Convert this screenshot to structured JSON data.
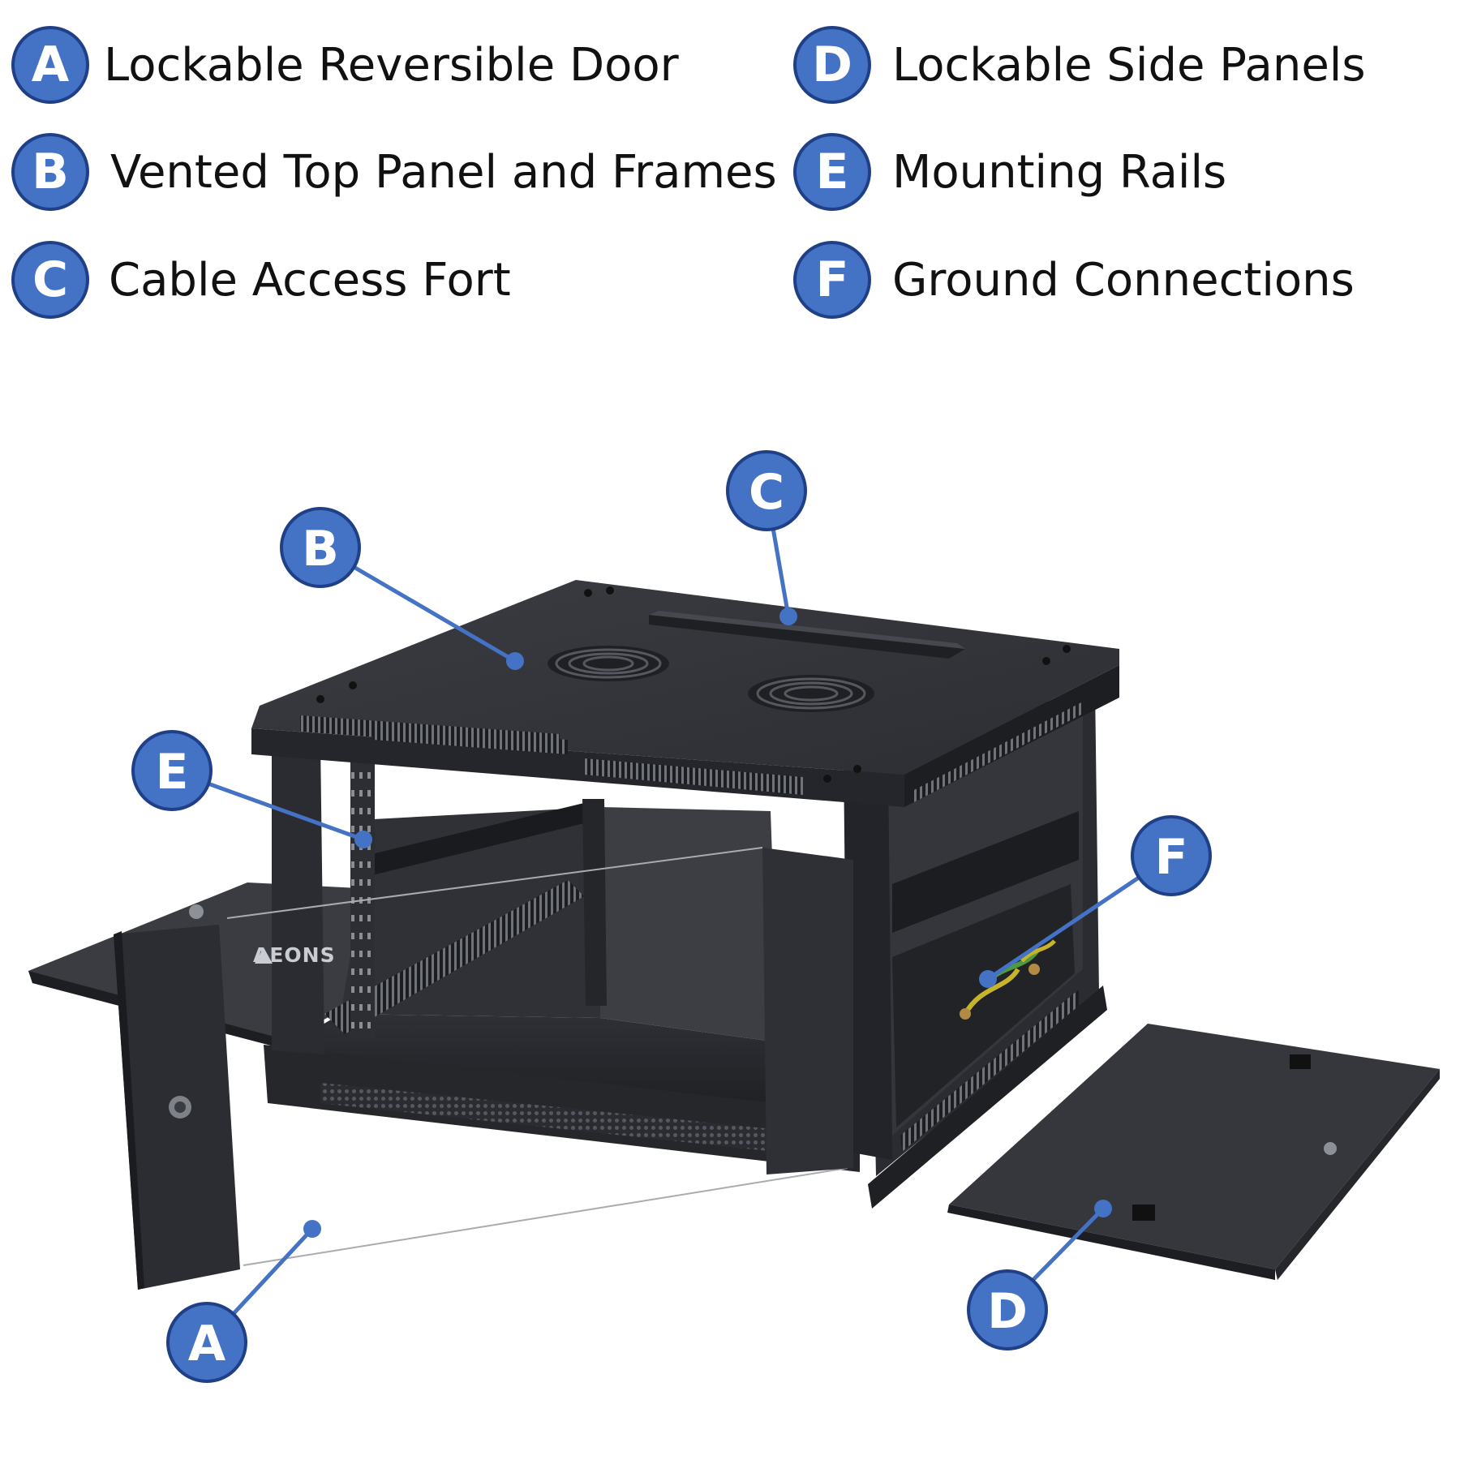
{
  "legend": [
    {
      "letter": "A",
      "label": "Lockable Reversible Door"
    },
    {
      "letter": "B",
      "label": "Vented Top Panel and Frames"
    },
    {
      "letter": "C",
      "label": "Cable Access Fort"
    },
    {
      "letter": "D",
      "label": "Lockable Side Panels"
    },
    {
      "letter": "E",
      "label": "Mounting Rails"
    },
    {
      "letter": "F",
      "label": "Ground Connections"
    }
  ],
  "callouts": {
    "A": "A",
    "B": "B",
    "C": "C",
    "D": "D",
    "E": "E",
    "F": "F"
  },
  "brand": "AEONS",
  "colors": {
    "badge_fill": "#4472c4",
    "badge_border": "#1f3f86",
    "leader_line": "#4472c4",
    "cabinet": "#2b2d32"
  }
}
